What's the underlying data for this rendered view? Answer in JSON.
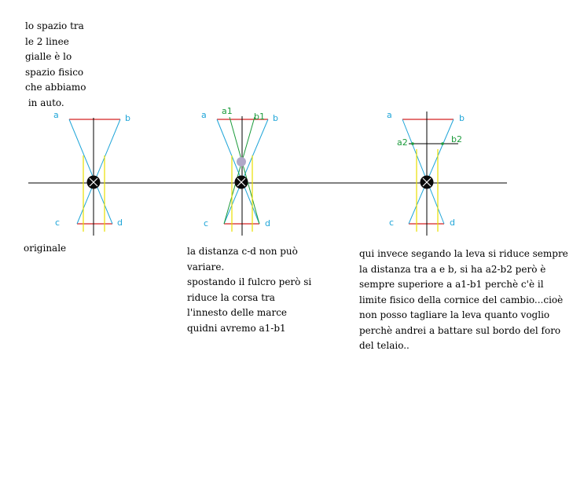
{
  "notes": {
    "intro": [
      "lo spazio tra",
      "le 2 linee",
      "gialle è lo",
      "spazio fisico",
      "che abbiamo",
      " in auto."
    ],
    "original": [
      "originale"
    ],
    "middle": [
      "la distanza c-d non può",
      "variare.",
      "spostando il fulcro però si",
      "riduce la corsa tra",
      "l'innesto delle marce",
      "quidni avremo a1-b1"
    ],
    "right": [
      "qui invece segando la leva si riduce sempre",
      "la distanza tra a e b, si ha a2-b2  però è",
      "sempre superiore a a1-b1 perchè c'è il",
      "limite fisico  della cornice del cambio...cioè",
      "non posso tagliare la leva quanto voglio",
      "perchè andrei a battare sul bordo del foro",
      "del telaio.."
    ]
  },
  "labels": {
    "d1": {
      "a": "a",
      "b": "b",
      "c": "c",
      "d": "d"
    },
    "d2": {
      "a": "a",
      "a1": "a1",
      "b1": "b1",
      "b": "b",
      "c": "c",
      "d": "d"
    },
    "d3": {
      "a": "a",
      "b": "b",
      "a2": "a2",
      "b2": "b2",
      "c": "c",
      "d": "d"
    }
  },
  "colors": {
    "blue": "#1fa5d8",
    "red": "#d42020",
    "yellow": "#e8e000",
    "green": "#1a9a3a",
    "black": "#000000",
    "fulcrum": "#0a0a0a",
    "ghost_fulcrum": "#b0a8c8"
  }
}
